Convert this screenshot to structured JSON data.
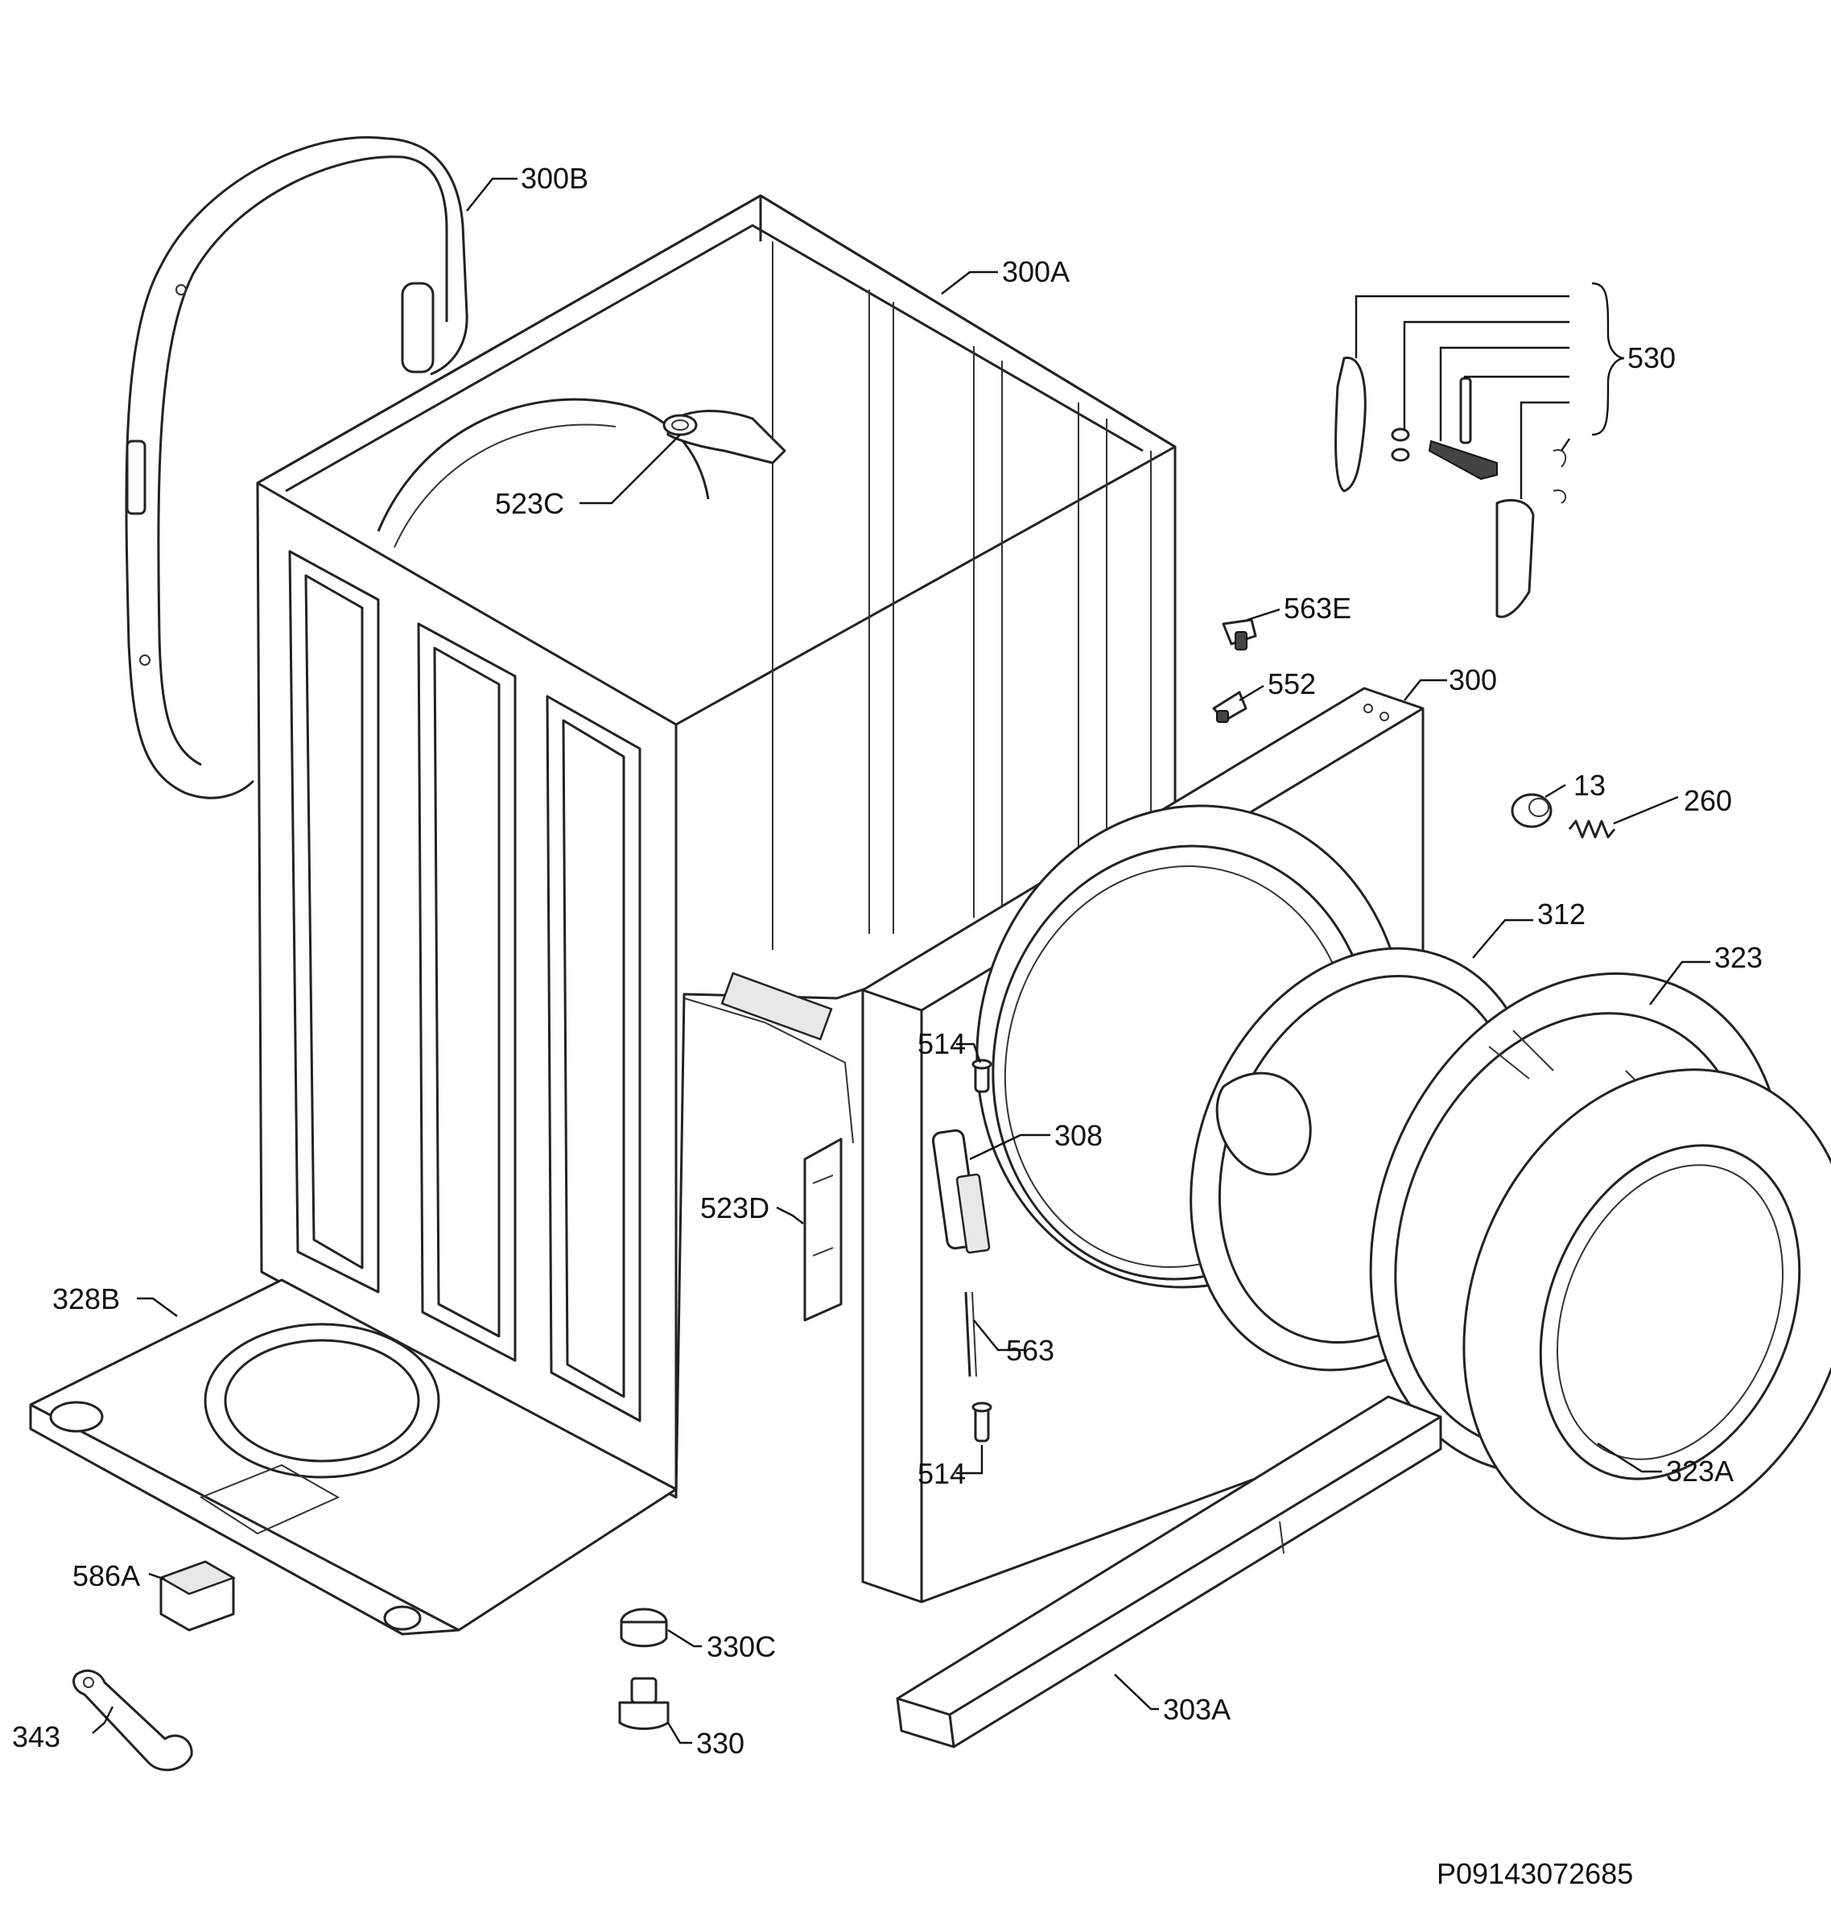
{
  "diagram": {
    "reference_code": "P09143072685",
    "parts": [
      {
        "id": "300B",
        "label": "300B"
      },
      {
        "id": "300A",
        "label": "300A"
      },
      {
        "id": "530",
        "label": "530"
      },
      {
        "id": "523C",
        "label": "523C"
      },
      {
        "id": "563E",
        "label": "563E"
      },
      {
        "id": "552",
        "label": "552"
      },
      {
        "id": "300",
        "label": "300"
      },
      {
        "id": "13",
        "label": "13"
      },
      {
        "id": "260",
        "label": "260"
      },
      {
        "id": "312",
        "label": "312"
      },
      {
        "id": "323",
        "label": "323"
      },
      {
        "id": "514a",
        "label": "514"
      },
      {
        "id": "308",
        "label": "308"
      },
      {
        "id": "523D",
        "label": "523D"
      },
      {
        "id": "328B",
        "label": "328B"
      },
      {
        "id": "563",
        "label": "563"
      },
      {
        "id": "514b",
        "label": "514"
      },
      {
        "id": "323A",
        "label": "323A"
      },
      {
        "id": "586A",
        "label": "586A"
      },
      {
        "id": "330C",
        "label": "330C"
      },
      {
        "id": "343",
        "label": "343"
      },
      {
        "id": "330",
        "label": "330"
      },
      {
        "id": "303A",
        "label": "303A"
      }
    ]
  }
}
